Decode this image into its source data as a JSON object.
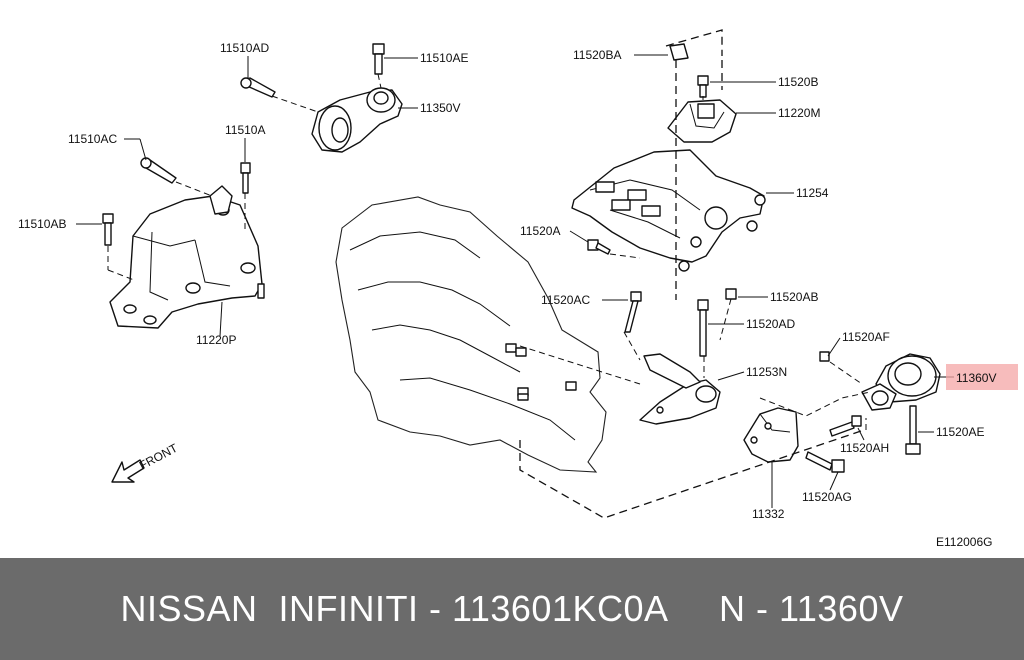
{
  "diagram": {
    "labels": {
      "l_11510AD": "11510AD",
      "l_11510AE": "11510AE",
      "l_11350V": "11350V",
      "l_11510AC": "11510AC",
      "l_11510A": "11510A",
      "l_11510AB": "11510AB",
      "l_11220P": "11220P",
      "l_11520BA": "11520BA",
      "l_11520B": "11520B",
      "l_11220M": "11220M",
      "l_11254": "11254",
      "l_11520A": "11520A",
      "l_11520AC": "11520AC",
      "l_11520AB": "11520AB",
      "l_11520AD": "11520AD",
      "l_11520AF": "11520AF",
      "l_11253N": "11253N",
      "l_11360V": "11360V",
      "l_11520AH": "11520AH",
      "l_11520AE": "11520AE",
      "l_11332": "11332",
      "l_11520AG": "11520AG",
      "front": "FRONT",
      "drawing_code": "E112006G"
    },
    "highlight_color": "#f4a6a6"
  },
  "banner": {
    "text": "NISSAN  INFINITI - 113601KC0A     N - 11360V"
  }
}
